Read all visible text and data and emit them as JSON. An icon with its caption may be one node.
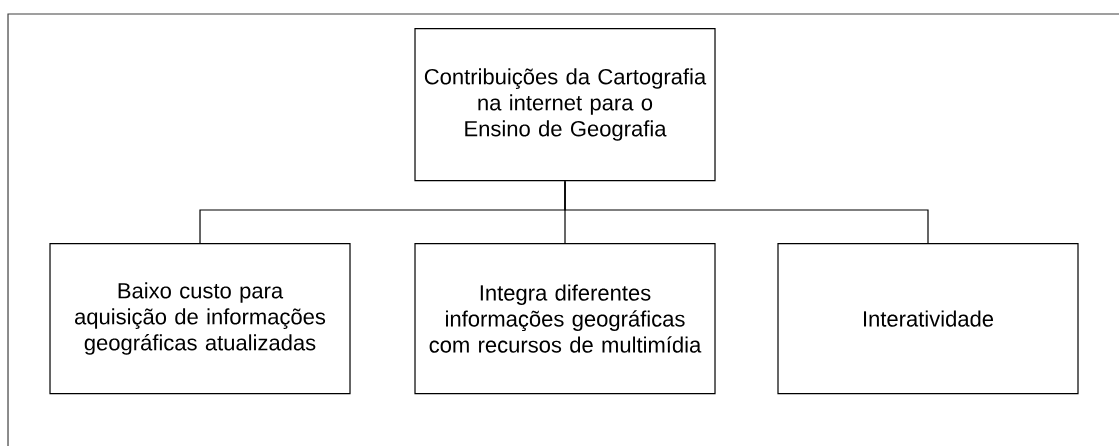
{
  "diagram": {
    "nodes": [
      {
        "text": [
          "Contribuições da Cartografia na internet para o Ensino de Geografia"
        ]
      },
      {
        "text": [
          "Baixo custo para aquisição de informações geográficas atualizadas"
        ]
      },
      {
        "text": [
          "Integra diferentes informações geográficas com recursos de multimídia"
        ]
      },
      {
        "text": [
          "Interatividade"
        ]
      }
    ],
    "edges": [
      {
        "from": 0,
        "to": 1,
        "arrow": "none"
      },
      {
        "from": 0,
        "to": 2,
        "arrow": "none"
      },
      {
        "from": 0,
        "to": 3,
        "arrow": "none"
      }
    ]
  }
}
